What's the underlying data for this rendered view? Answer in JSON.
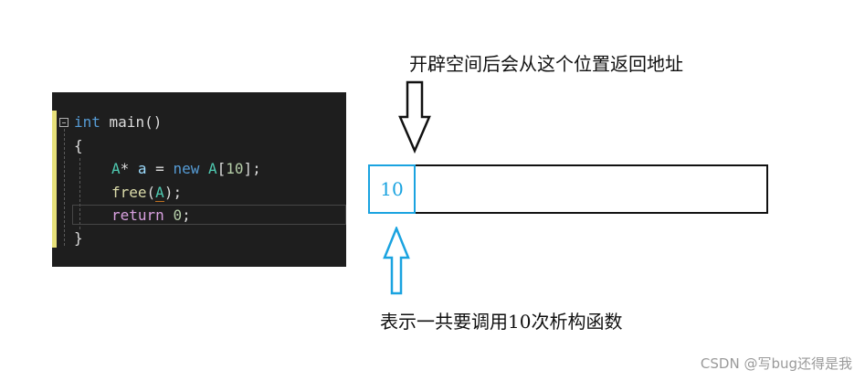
{
  "code": {
    "line1": {
      "kw": "int",
      "fn": " main()"
    },
    "line2": {
      "brace": "{"
    },
    "line3": {
      "type": "A",
      "star": "* ",
      "var": "a",
      "eq": " = ",
      "kw": "new",
      "sp": " ",
      "type2": "A",
      "br1": "[",
      "num": "10",
      "br2": "];"
    },
    "line4": {
      "fn": "free",
      "p1": "(",
      "arg": "A",
      "p2": ");"
    },
    "line5": {
      "kw": "return",
      "sp": " ",
      "num": "0",
      "semi": ";"
    },
    "line6": {
      "brace": "}"
    }
  },
  "diagram": {
    "top_caption": "开辟空间后会从这个位置返回地址",
    "bottom_caption": "表示一共要调用10次析构函数",
    "count_value": "10",
    "colors": {
      "count_cell": "#1aa3e0",
      "box": "#111111"
    }
  },
  "watermark": "CSDN @写bug还得是我"
}
